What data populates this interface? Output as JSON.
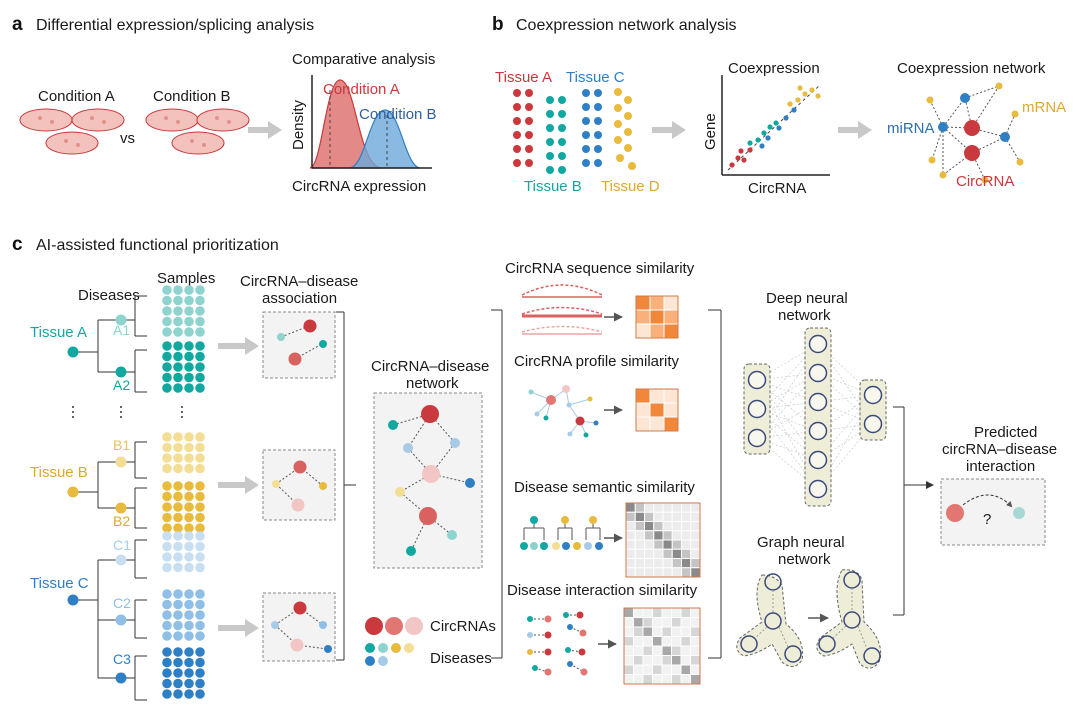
{
  "panel_a": {
    "letter": "a",
    "title": "Differential expression/splicing analysis",
    "condition_a": "Condition A",
    "condition_b": "Condition B",
    "vs": "vs",
    "plot_title": "Comparative analysis",
    "curve_a": "Condition A",
    "curve_b": "Condition B",
    "ylabel": "Density",
    "xlabel": "CircRNA expression"
  },
  "panel_b": {
    "letter": "b",
    "title": "Coexpression network analysis",
    "tissue_a": "Tissue A",
    "tissue_b": "Tissue B",
    "tissue_c": "Tissue C",
    "tissue_d": "Tissue D",
    "scatter_title": "Coexpression",
    "ylabel": "Gene",
    "xlabel": "CircRNA",
    "network_title": "Coexpression network",
    "mirna": "miRNA",
    "mrna": "mRNA",
    "circrna": "CircRNA"
  },
  "panel_c": {
    "letter": "c",
    "title": "AI-assisted functional prioritization",
    "samples": "Samples",
    "diseases": "Diseases",
    "tissue_a": "Tissue A",
    "tissue_b": "Tissue B",
    "tissue_c": "Tissue C",
    "a1": "A1",
    "a2": "A2",
    "b1": "B1",
    "b2": "B2",
    "c1": "C1",
    "c2": "C2",
    "c3": "C3",
    "assoc_title_1": "CircRNA–disease",
    "assoc_title_2": "association",
    "network_title_1": "CircRNA–disease",
    "network_title_2": "network",
    "legend_circrnas": "CircRNAs",
    "legend_diseases": "Diseases",
    "seq_sim": "CircRNA sequence similarity",
    "profile_sim": "CircRNA profile similarity",
    "semantic_sim": "Disease semantic similarity",
    "interaction_sim": "Disease interaction similarity",
    "dnn_1": "Deep neural",
    "dnn_2": "network",
    "gnn_1": "Graph neural",
    "gnn_2": "network",
    "pred_1": "Predicted",
    "pred_2": "circRNA–disease",
    "pred_3": "interaction",
    "question": "?"
  },
  "colors": {
    "red": "#c9393d",
    "pink": "#f2c6c4",
    "blue": "#2f7fc4",
    "lightblue": "#a6cbe9",
    "teal": "#12a8a0",
    "lightteal": "#8fd3cf",
    "yellow": "#e8bb3c",
    "lightyellow": "#f4dd94",
    "orange": "#f0873a",
    "gray": "#b9b9b9"
  }
}
